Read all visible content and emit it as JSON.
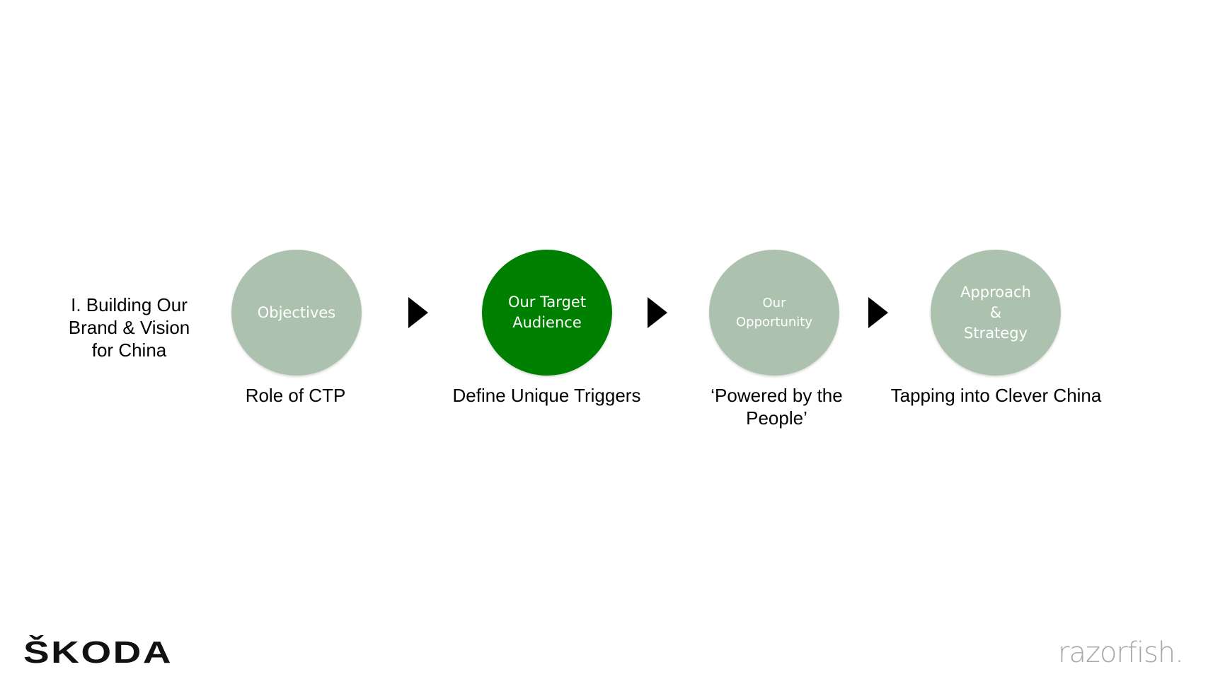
{
  "section_title": "I. Building Our\nBrand & Vision\nfor China",
  "colors": {
    "inactive_circle": "#adc2ae",
    "active_circle": "#008000",
    "arrow": "#000000"
  },
  "steps": [
    {
      "circle_label": "Objectives",
      "caption": "Role of CTP",
      "active": false
    },
    {
      "circle_label": "Our Target\nAudience",
      "caption": "Define Unique Triggers",
      "active": true
    },
    {
      "circle_label": "Our\nOpportunity",
      "caption": "‘Powered by the\nPeople’",
      "active": false
    },
    {
      "circle_label": "Approach\n&\nStrategy",
      "caption": "Tapping into Clever China",
      "active": false
    }
  ],
  "logos": {
    "left": "ŠKODA",
    "right": "razorfish."
  }
}
